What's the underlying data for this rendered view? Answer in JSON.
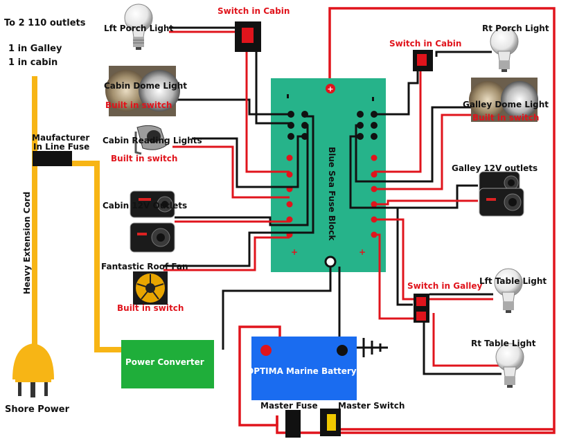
{
  "labels": {
    "outlets_title": "To 2 110 outlets",
    "outlets_galley": "1 in Galley",
    "outlets_cabin": "1 in cabin",
    "mfr_fuse_line1": "Maufacturer",
    "mfr_fuse_line2": "In Line Fuse",
    "extension_cord": "Heavy Extension Cord",
    "shore_power": "Shore Power",
    "lft_porch_light": "Lft Porch Light",
    "switch_in_cabin_top": "Switch in Cabin",
    "switch_in_cabin_right": "Switch in Cabin",
    "rt_porch_light": "Rt Porch Light",
    "cabin_dome_light": "Cabin Dome Light",
    "built_in_switch_1": "Built in switch",
    "cabin_reading_lights": "Cabin Reading Lights",
    "built_in_switch_2": "Built in switch",
    "cabin_12v_outlets": "Cabin 12V Outlets",
    "fantastic_roof_fan": "Fantastic Roof Fan",
    "built_in_switch_3": "Built in switch",
    "galley_dome_light": "Galley Dome Light",
    "built_in_switch_4": "Built in switch",
    "galley_12v_outlets": "Galley 12V outlets",
    "switch_in_galley": "Switch in Galley",
    "lft_table_light": "Lft Table Light",
    "rt_table_light": "Rt Table Light",
    "fuse_block": "Blue Sea Fuse Block",
    "power_converter": "Power Converter",
    "battery": "OPTIMA Marine Battery",
    "master_fuse": "Master Fuse",
    "master_switch": "Master Switch",
    "plus_sign": "+",
    "minus_sign": "-"
  },
  "colors": {
    "positive_wire": "#e0141c",
    "negative_wire": "#111111",
    "shore_cord": "#f7b515",
    "fuse_block": "#26b38a",
    "converter": "#1fae3a",
    "battery": "#1a6cf0",
    "switch_body": "#111111",
    "switch_rocker": "#e0141c",
    "master_switch_rocker": "#f0c800"
  },
  "icons": [
    "light-bulb-icon",
    "dome-light-icon",
    "reading-light-icon",
    "12v-outlet-icon",
    "roof-fan-icon",
    "ground-icon",
    "plug-icon"
  ]
}
